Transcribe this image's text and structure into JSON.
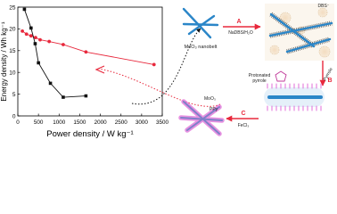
{
  "chart_data": {
    "type": "line",
    "xlabel": "Power density / W kg⁻¹",
    "ylabel": "Energy density / Wh kg⁻¹",
    "xlim": [
      0,
      3500
    ],
    "ylim": [
      0,
      25
    ],
    "xticks": [
      0,
      500,
      1000,
      1500,
      2000,
      2500,
      3000,
      3500
    ],
    "yticks": [
      0,
      5,
      10,
      15,
      20,
      25
    ],
    "xtick_labels": [
      "0",
      "500",
      "1000",
      "1500",
      "2000",
      "2500",
      "3000",
      "3500"
    ],
    "ytick_labels": [
      "0",
      "5",
      "10",
      "15",
      "20",
      "25"
    ],
    "grid": false,
    "series": [
      {
        "color": "#e8283c",
        "marker": "circle",
        "x": [
          110,
          210,
          320,
          430,
          540,
          760,
          1100,
          1650,
          3300
        ],
        "y": [
          19.5,
          18.8,
          18.4,
          18.0,
          17.5,
          17.1,
          16.4,
          14.7,
          11.8
        ]
      },
      {
        "color": "#111111",
        "marker": "square",
        "x": [
          160,
          320,
          420,
          500,
          790,
          1100,
          1650
        ],
        "y": [
          24.5,
          20.2,
          16.6,
          12.2,
          7.5,
          4.3,
          4.6
        ]
      }
    ]
  },
  "scheme": {
    "step_a": {
      "letter": "A",
      "reagent": "NaDBS/H₂O"
    },
    "step_b": {
      "letter": "B",
      "reagent": "Pyrrole"
    },
    "step_c": {
      "letter": "C",
      "reagent": "FeCl₃"
    },
    "nanobelt_label": "MoO₃ nanobelt",
    "dbs_label": "DBS⁻",
    "pyrrole_label": "Protonated pyrrole",
    "moo3_label": "MoO₃",
    "ppy_label": "PPy",
    "colors": {
      "belt": "#2b86c8",
      "arrow": "#e8283c",
      "ppy": "#e06ed8"
    }
  }
}
